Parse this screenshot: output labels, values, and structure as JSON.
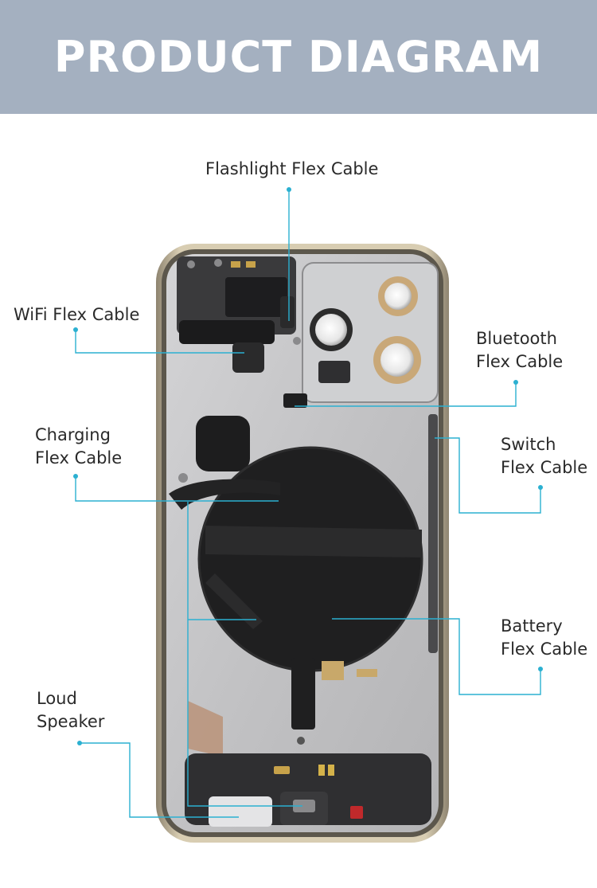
{
  "banner": {
    "title": "PRODUCT DIAGRAM",
    "background_color": "#a4b0c0"
  },
  "accent_color": "#2bb0d1",
  "labels": {
    "flashlight": "Flashlight Flex Cable",
    "wifi": "WiFi Flex Cable",
    "bluetooth": "Bluetooth\nFlex Cable",
    "charging": "Charging\nFlex Cable",
    "switch": "Switch\nFlex Cable",
    "battery": "Battery\nFlex Cable",
    "loudspeaker": "Loud\nSpeaker"
  }
}
